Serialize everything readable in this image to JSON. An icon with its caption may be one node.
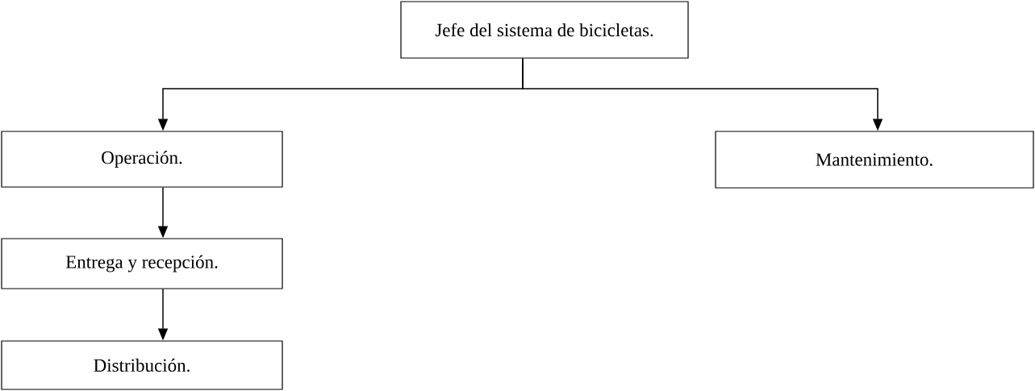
{
  "diagram": {
    "nodes": [
      {
        "text": [
          "Jefe del sistema de bicicletas."
        ]
      },
      {
        "text": [
          "Operación."
        ]
      },
      {
        "text": [
          "Mantenimiento."
        ]
      },
      {
        "text": [
          "Entrega y recepción."
        ]
      },
      {
        "text": [
          "Distribución."
        ]
      }
    ],
    "edges": [
      {
        "from": 0,
        "to": 1,
        "arrow": "to"
      },
      {
        "from": 0,
        "to": 2,
        "arrow": "to"
      },
      {
        "from": 1,
        "to": 3,
        "arrow": "to"
      },
      {
        "from": 3,
        "to": 4,
        "arrow": "to"
      }
    ]
  }
}
